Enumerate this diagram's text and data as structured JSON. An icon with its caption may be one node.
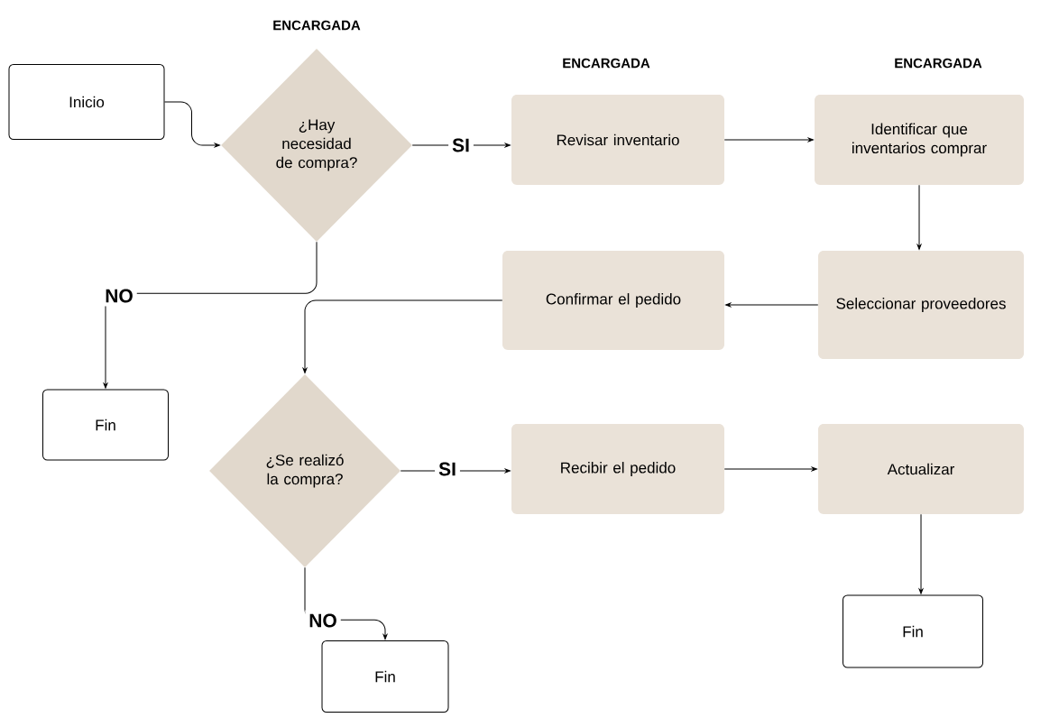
{
  "diagram": {
    "nodes": [
      {
        "text": [
          "Inicio"
        ]
      },
      {
        "text": [
          "¿Hay necesidad de compra?"
        ],
        "beside": [
          "ENCARGADA"
        ]
      },
      {
        "text": [
          "Revisar inventario"
        ],
        "beside": [
          "ENCARGADA"
        ]
      },
      {
        "text": [
          "Identificar que inventarios comprar"
        ],
        "beside": [
          "ENCARGADA"
        ]
      },
      {
        "text": [
          "Seleccionar proveedores"
        ]
      },
      {
        "text": [
          "Confirmar el pedido"
        ]
      },
      {
        "text": [
          "¿Se realizó la compra?"
        ]
      },
      {
        "text": [
          "Recibir el pedido"
        ]
      },
      {
        "text": [
          "Actualizar"
        ]
      },
      {
        "text": [
          "Fin"
        ]
      },
      {
        "text": [
          "Fin"
        ]
      },
      {
        "text": [
          "Fin"
        ]
      }
    ],
    "edges": [
      {
        "from": 0,
        "to": 1,
        "arrow": "to"
      },
      {
        "from": 1,
        "to": 2,
        "arrow": "to",
        "label": "SI"
      },
      {
        "from": 2,
        "to": 3,
        "arrow": "to"
      },
      {
        "from": 3,
        "to": 4,
        "arrow": "to"
      },
      {
        "from": 4,
        "to": 5,
        "arrow": "to"
      },
      {
        "from": 5,
        "to": 6,
        "arrow": "to"
      },
      {
        "from": 1,
        "to": 9,
        "arrow": "to",
        "label": "NO"
      },
      {
        "from": 6,
        "to": 7,
        "arrow": "to",
        "label": "SI"
      },
      {
        "from": 7,
        "to": 8,
        "arrow": "to"
      },
      {
        "from": 8,
        "to": 11,
        "arrow": "to"
      },
      {
        "from": 6,
        "to": 10,
        "arrow": "to",
        "label": "NO"
      }
    ]
  }
}
